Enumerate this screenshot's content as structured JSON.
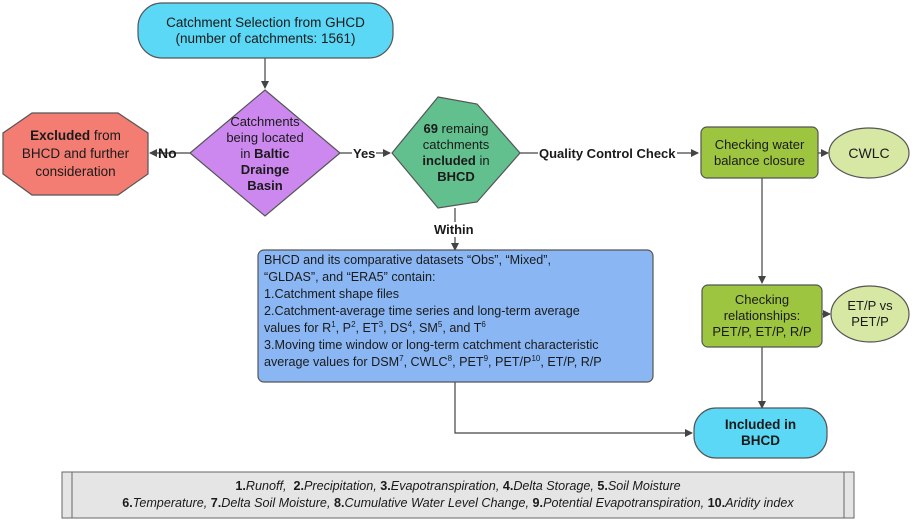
{
  "nodes": {
    "start": {
      "line1": "Catchment Selection from GHCD",
      "line2": "(number of catchments: 1561)"
    },
    "decision": {
      "line1": "Catchments",
      "line2": "being located",
      "line3_pre": "in ",
      "line3_bold": "Baltic",
      "line4": "Drainge",
      "line5": "Basin"
    },
    "excluded": {
      "bold": "Excluded",
      "rest1": " from",
      "line2": "BHCD and further",
      "line3": "consideration"
    },
    "remaining": {
      "bold_num": "69",
      "rest1": " remaing",
      "line2": "catchments",
      "line3_bold": "included",
      "line3_rest": " in",
      "line4": "BHCD"
    },
    "balance": {
      "line1": "Checking water",
      "line2": "balance closure"
    },
    "cwlc": {
      "label": "CWLC"
    },
    "relationships": {
      "line1": "Checking",
      "line2": "relationships:",
      "line3": "PET/P, ET/P, R/P"
    },
    "etp": {
      "line1": "ET/P vs",
      "line2": "PET/P"
    },
    "included": {
      "line1": "Included in",
      "line2": "BHCD"
    }
  },
  "edges": {
    "no": "No",
    "yes": "Yes",
    "quality": "Quality Control Check",
    "within": "Within"
  },
  "info_box": {
    "line1": "BHCD and its comparative datasets “Obs”, “Mixed”,",
    "line2": "“GLDAS”, and “ERA5” contain:",
    "line3": "1.Catchment shape files",
    "line4": "2.Catchment-average time series and long-term average",
    "line5_pre": "values for  R",
    "s1": "1",
    "t1": ", P",
    "s2": "2",
    "t2": ", ET",
    "s3": "3",
    "t3": ", DS",
    "s4": "4",
    "t4": ", SM",
    "s5": "5",
    "t5": ", and T",
    "s6": "6",
    "line6": "3.Moving time window or long-term catchment characteristic",
    "line7_pre": "average values for DSM",
    "s7": "7",
    "t7": ", CWLC",
    "s8": "8",
    "t8": ", PET",
    "s9": "9",
    "t9": ", PET/P",
    "s10": "10",
    "t10": ", ET/P,  R/P"
  },
  "footnotes": [
    {
      "num": "1.",
      "text": "Runoff"
    },
    {
      "num": "2.",
      "text": "Precipitation"
    },
    {
      "num": "3.",
      "text": "Evapotranspiration"
    },
    {
      "num": "4.",
      "text": "Delta Storage"
    },
    {
      "num": "5.",
      "text": "Soil Moisture"
    },
    {
      "num": "6.",
      "text": "Temperature"
    },
    {
      "num": "7.",
      "text": "Delta Soil Moisture"
    },
    {
      "num": "8.",
      "text": "Cumulative Water Level Change"
    },
    {
      "num": "9.",
      "text": "Potential Evapotranspiration"
    },
    {
      "num": "10.",
      "text": "Aridity index"
    }
  ],
  "colors": {
    "cyan": "#5ad8f6",
    "violet": "#cc88ee",
    "salmon": "#f47d73",
    "teal": "#62c08e",
    "olive": "#9dc540",
    "pale_green": "#d7e8a4",
    "blue_box": "#8ab7f4",
    "gray": "#e5e5e5"
  }
}
